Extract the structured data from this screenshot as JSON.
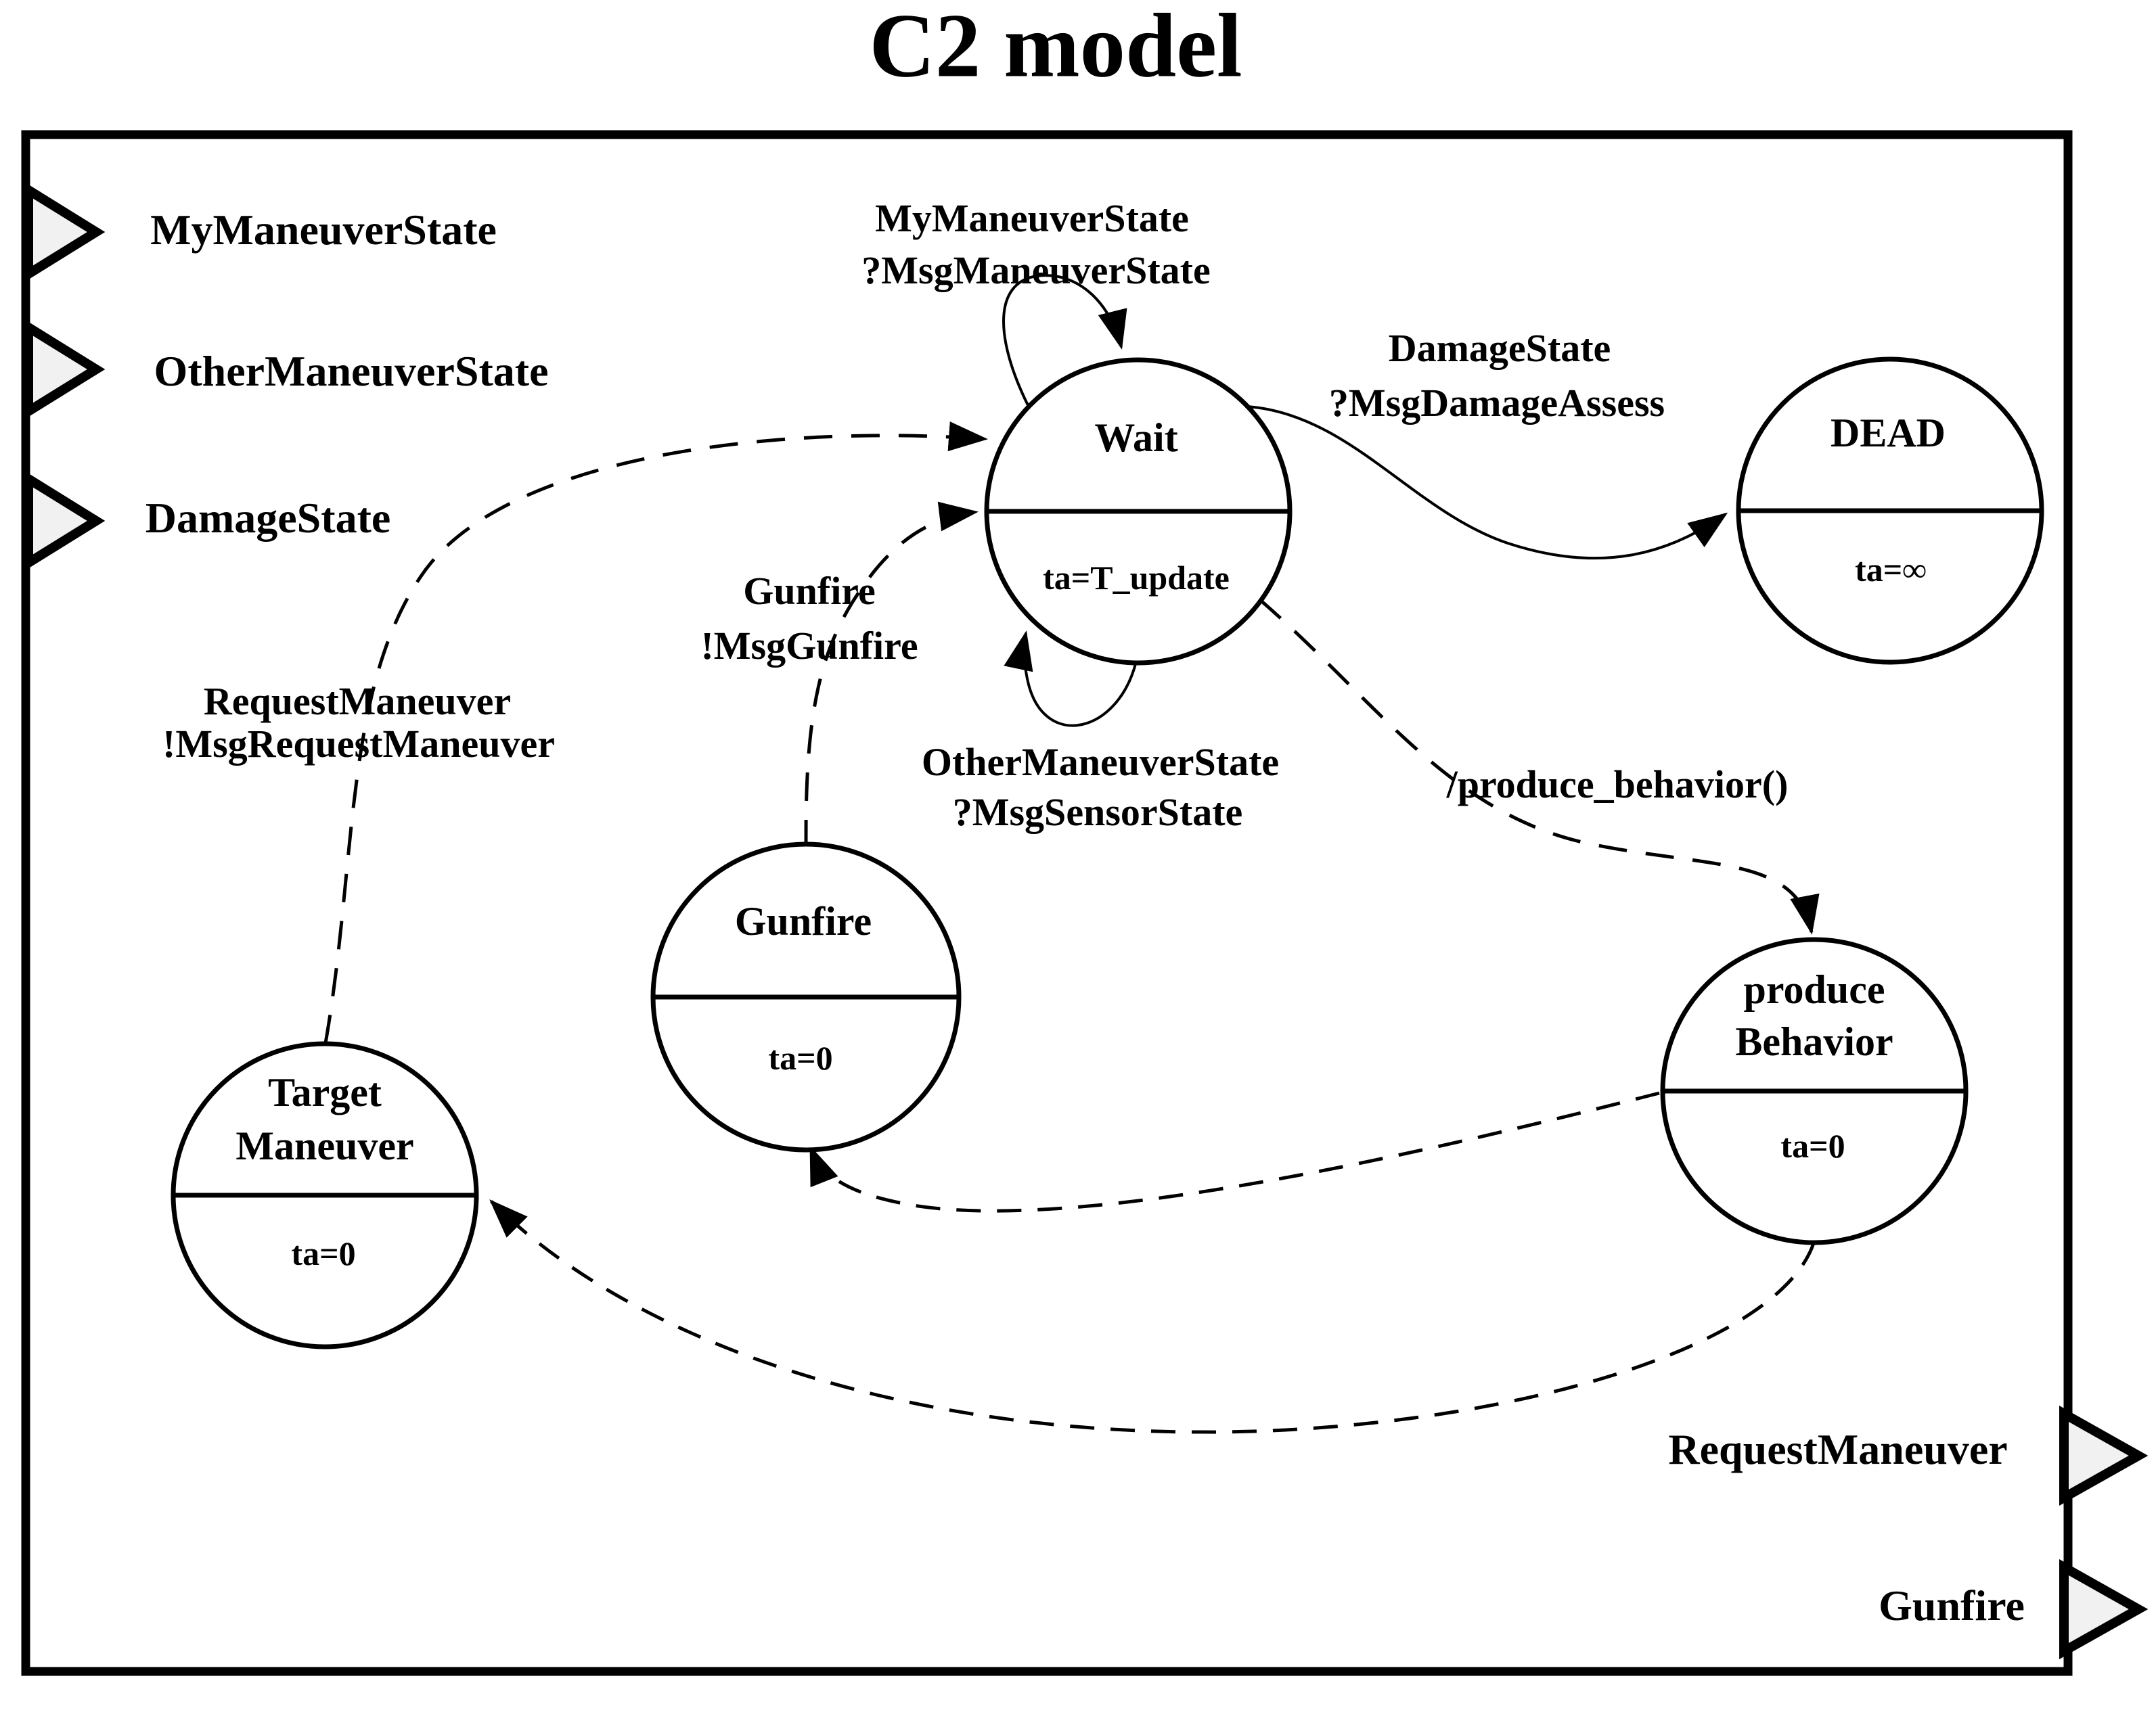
{
  "title": "C2 model",
  "colors": {
    "ink": "#000000",
    "background": "#ffffff",
    "port_fill": "#f1f1f1"
  },
  "input_ports": [
    {
      "label": "MyManeuverState"
    },
    {
      "label": "OtherManeuverState"
    },
    {
      "label": "DamageState"
    }
  ],
  "output_ports": [
    {
      "label": "RequestManeuver"
    },
    {
      "label": "Gunfire"
    }
  ],
  "states": {
    "wait": {
      "name": "Wait",
      "ta": "ta=T_update"
    },
    "dead": {
      "name": "DEAD",
      "ta": "ta=∞"
    },
    "gunfire": {
      "name": "Gunfire",
      "ta": "ta=0"
    },
    "target_maneuver": {
      "name1": "Target",
      "name2": "Maneuver",
      "ta": "ta=0"
    },
    "produce_behavior": {
      "name1": "produce",
      "name2": "Behavior",
      "ta": "ta=0"
    }
  },
  "transitions": {
    "my_maneuver_loop": {
      "line1": "MyManeuverState",
      "line2": "?MsgManeuverState"
    },
    "damage_to_dead": {
      "line1": "DamageState",
      "line2": "?MsgDamageAssess"
    },
    "gunfire_to_wait": {
      "line1": "Gunfire",
      "line2": "!MsgGunfire"
    },
    "sensor_loop": {
      "line1": "OtherManeuverState",
      "line2": "?MsgSensorState"
    },
    "request_to_wait": {
      "line1": "RequestManeuver",
      "line2": "!MsgRequestManeuver"
    },
    "produce_call": {
      "label": "/produce_behavior()"
    }
  }
}
